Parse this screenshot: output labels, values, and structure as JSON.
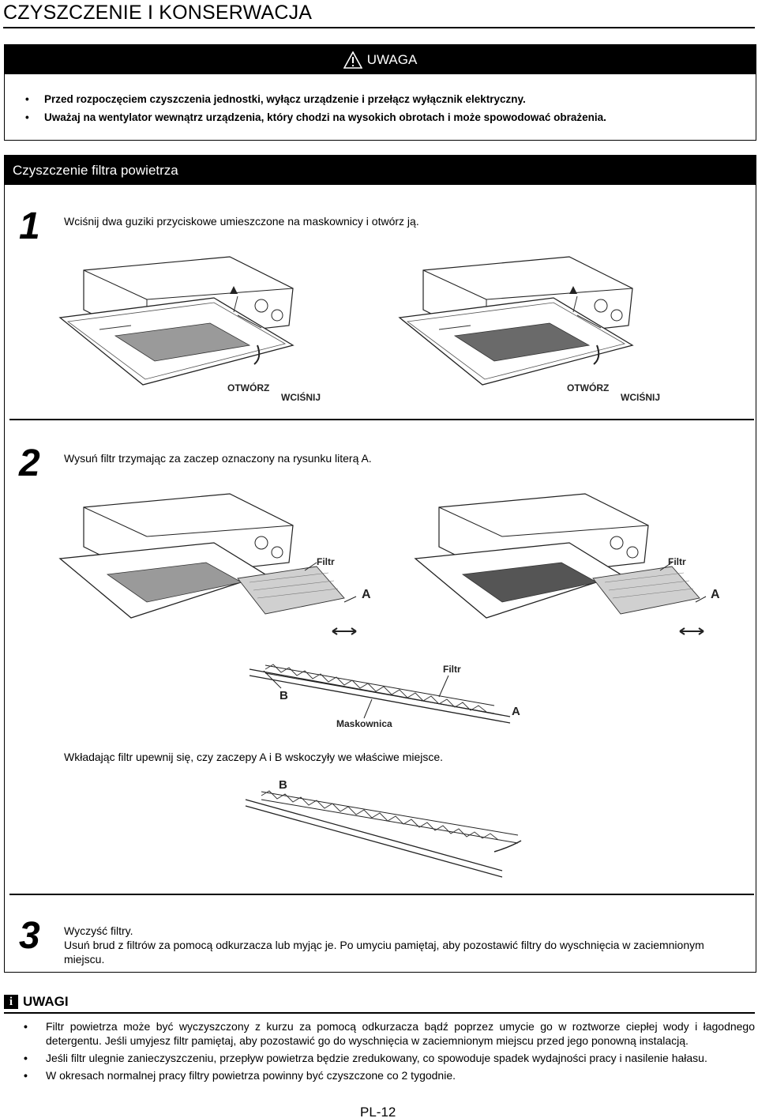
{
  "page": {
    "title": "CZYSZCZENIE I KONSERWACJA",
    "page_number": "PL-12"
  },
  "warning": {
    "heading": "UWAGA",
    "icon": "warning-triangle-icon",
    "items": [
      "Przed rozpoczęciem czyszczenia jednostki, wyłącz urządzenie i przełącz wyłącznik elektryczny.",
      "Uważaj na wentylator wewnątrz urządzenia, który chodzi na wysokich obrotach i może spowodować obrażenia."
    ]
  },
  "section": {
    "heading": "Czyszczenie filtra powietrza",
    "steps": [
      {
        "number": "1",
        "text": "Wciśnij dwa guziki przyciskowe umieszczone na maskownicy i otwórz ją.",
        "labels": {
          "open": "OTWÓRZ",
          "press": "WCIŚNIJ"
        }
      },
      {
        "number": "2",
        "text": "Wysuń filtr trzymając za zaczep oznaczony na rysunku literą A.",
        "labels": {
          "filter": "Filtr",
          "a": "A",
          "b": "B",
          "grille": "Maskownica"
        },
        "note": "Wkładając filtr upewnij się, czy zaczepy A i B wskoczyły we właściwe miejsce."
      },
      {
        "number": "3",
        "lines": [
          "Wyczyść filtry.",
          "Usuń brud z filtrów za pomocą odkurzacza lub myjąc je. Po umyciu pamiętaj, aby pozostawić filtry do wyschnięcia w zaciemnionym miejscu."
        ]
      }
    ]
  },
  "notes": {
    "heading": "UWAGI",
    "icon": "info-icon",
    "items": [
      "Filtr powietrza może być wyczyszczony z kurzu za pomocą odkurzacza bądź poprzez umycie go w roztworze ciepłej wody i łagodnego detergentu. Jeśli umyjesz filtr pamiętaj, aby pozostawić go do wyschnięcia w zaciemnionym miejscu przed jego ponowną instalacją.",
      "Jeśli filtr ulegnie zanieczyszczeniu, przepływ powietrza będzie zredukowany, co spowoduje spadek wydajności pracy i nasilenie hałasu.",
      "W okresach normalnej pracy filtry powietrza powinny być czyszczone co 2 tygodnie."
    ]
  }
}
